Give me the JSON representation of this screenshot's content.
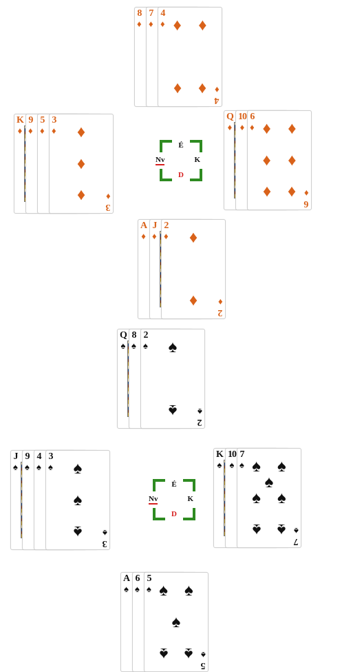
{
  "deals": [
    {
      "suit": "diamonds",
      "north": [
        "8",
        "7",
        "4"
      ],
      "west": [
        "K",
        "9",
        "5",
        "3"
      ],
      "east": [
        "Q",
        "10",
        "6"
      ],
      "south": [
        "A",
        "J",
        "2"
      ],
      "compass": {
        "north": "É",
        "west": "Nv",
        "east": "K",
        "south": "D"
      }
    },
    {
      "suit": "spades",
      "north": [
        "Q",
        "8",
        "2"
      ],
      "west": [
        "J",
        "9",
        "4",
        "3"
      ],
      "east": [
        "K",
        "10",
        "7"
      ],
      "south": [
        "A",
        "6",
        "5"
      ],
      "compass": {
        "north": "É",
        "west": "Nv",
        "east": "K",
        "south": "D"
      }
    }
  ],
  "suit_symbols": {
    "diamonds": "♦",
    "spades": "♠"
  },
  "colors": {
    "diamonds": "#d9621a",
    "spades": "#111111",
    "compass_frame": "#2e8b21",
    "dealer_mark": "#d62020"
  }
}
